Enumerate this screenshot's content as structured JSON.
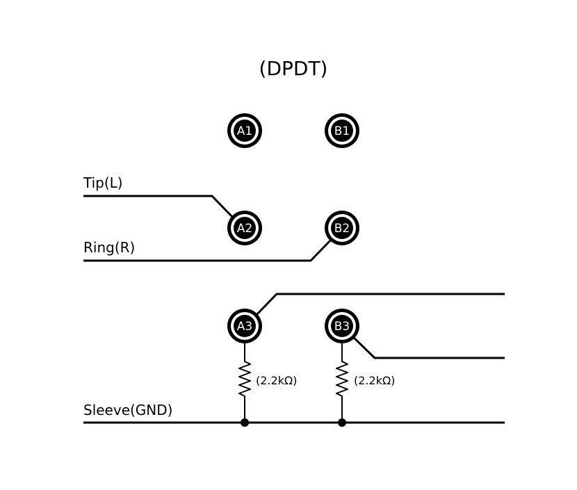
{
  "title": "(DPDT)",
  "wire_labels": {
    "tip": "Tip(L)",
    "ring": "Ring(R)",
    "sleeve": "Sleeve(GND)"
  },
  "pins": {
    "a1": "A1",
    "b1": "B1",
    "a2": "A2",
    "b2": "B2",
    "a3": "A3",
    "b3": "B3"
  },
  "resistors": {
    "a": "(2.2kΩ)",
    "b": "(2.2kΩ)"
  }
}
